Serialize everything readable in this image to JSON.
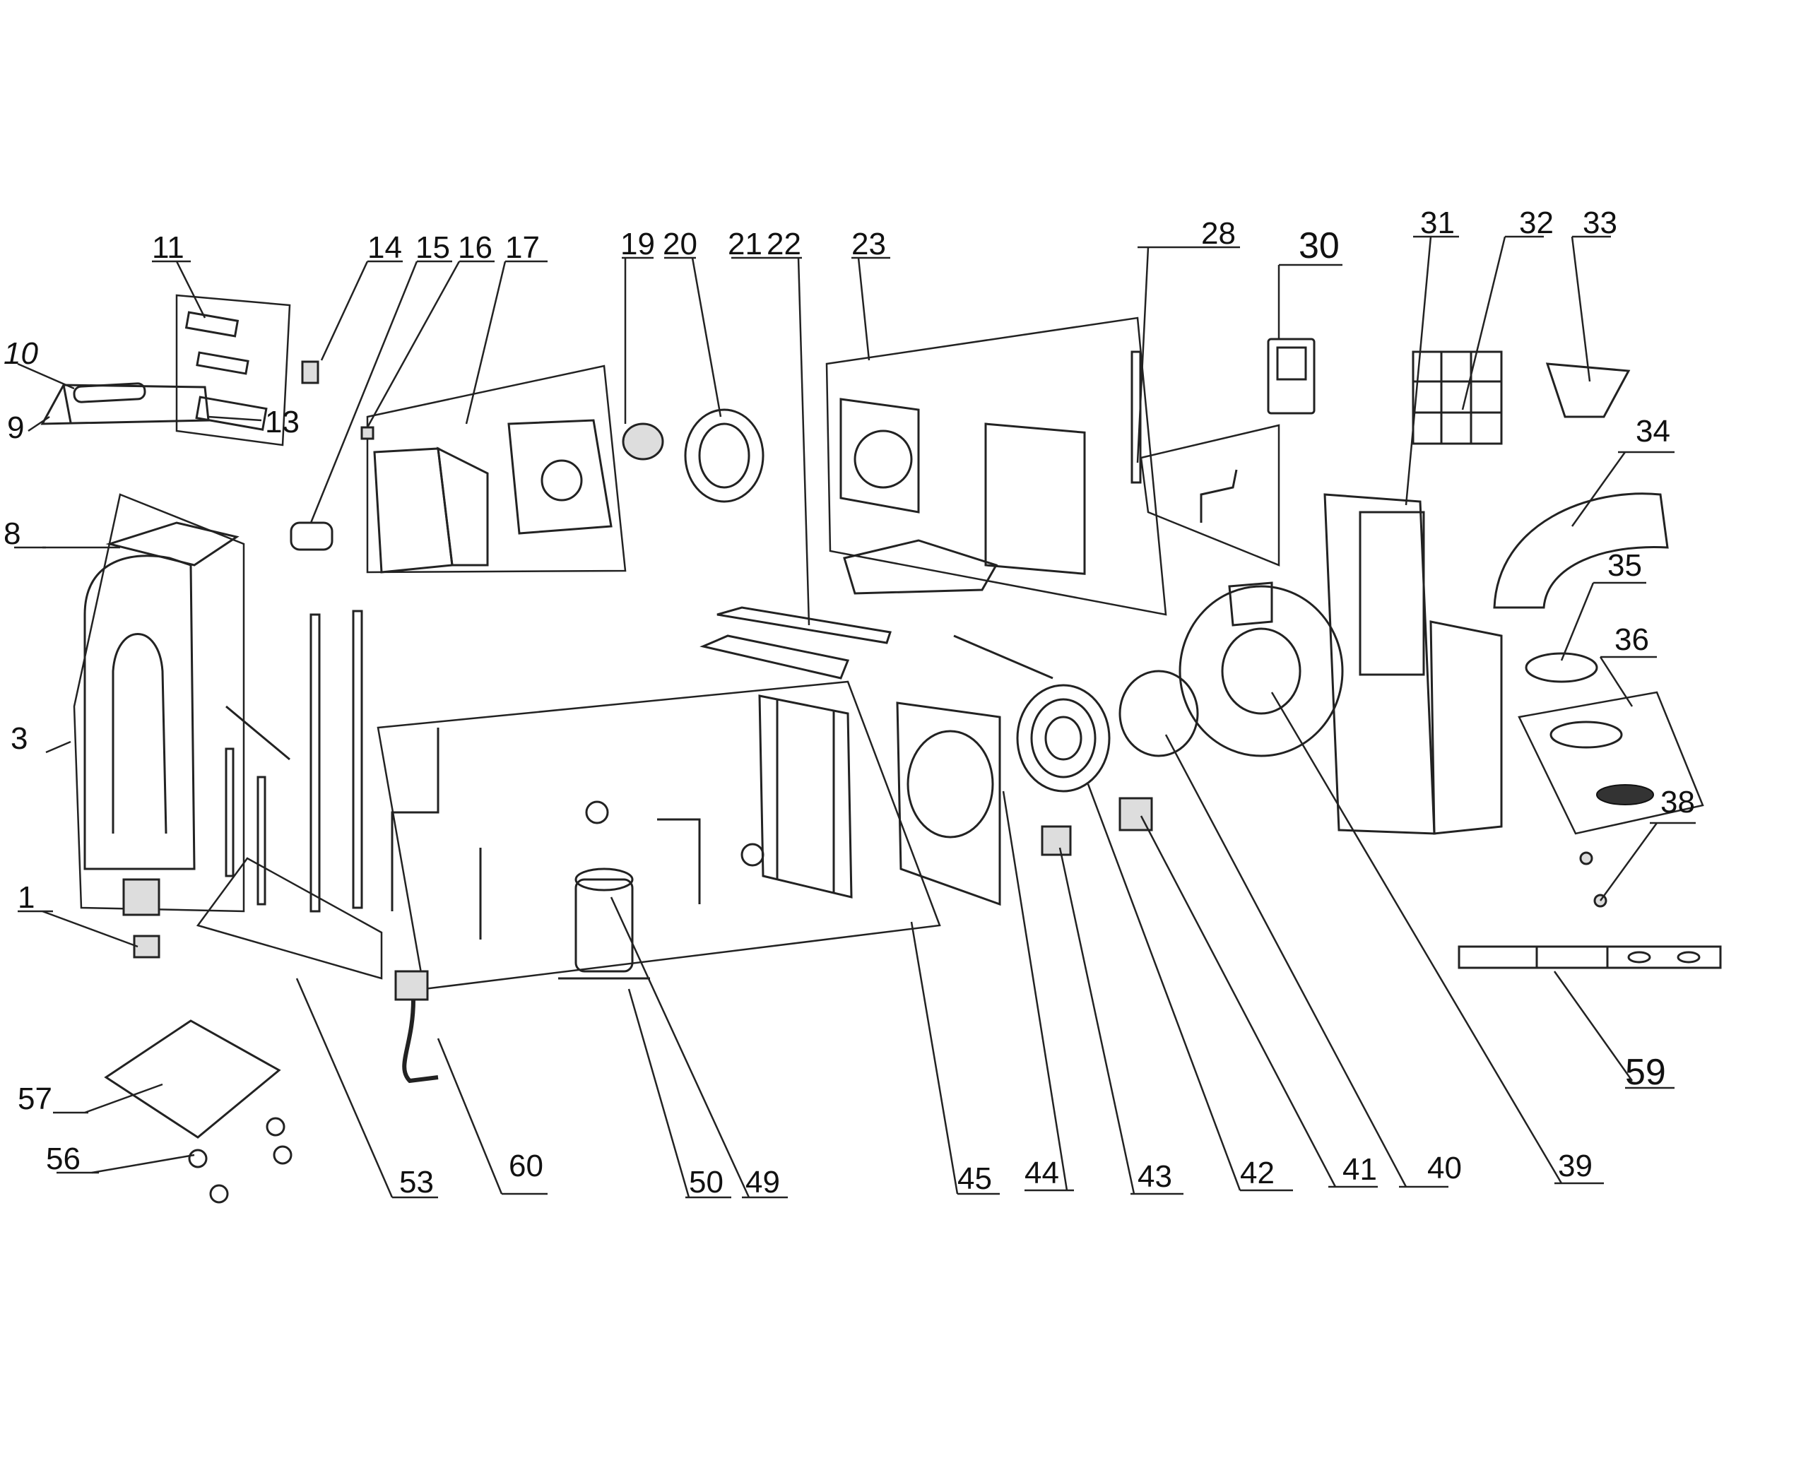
{
  "diagram": {
    "labels": {
      "l1": "1",
      "l3": "3",
      "l8": "8",
      "l9": "9",
      "l10": "10",
      "l11": "11",
      "l13": "13",
      "l14": "14",
      "l15": "15",
      "l16": "16",
      "l17": "17",
      "l19": "19",
      "l20": "20",
      "l21": "21",
      "l22": "22",
      "l23": "23",
      "l28": "28",
      "l30": "30",
      "l31": "31",
      "l32": "32",
      "l33": "33",
      "l34": "34",
      "l35": "35",
      "l36": "36",
      "l38": "38",
      "l39": "39",
      "l40": "40",
      "l41": "41",
      "l42": "42",
      "l43": "43",
      "l44": "44",
      "l45": "45",
      "l49": "49",
      "l50": "50",
      "l53": "53",
      "l56": "56",
      "l57": "57",
      "l59": "59",
      "l60": "60"
    }
  }
}
